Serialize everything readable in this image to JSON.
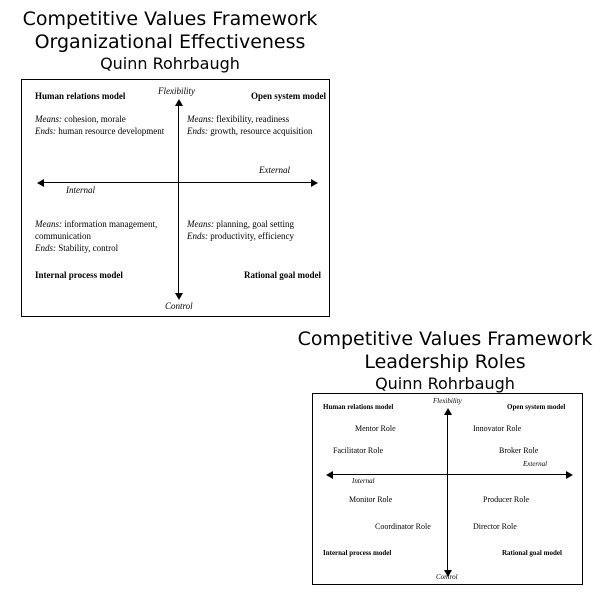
{
  "figures": [
    {
      "title": {
        "line1": "Competitive Values Framework",
        "line2": "Organizational Effectiveness",
        "author": "Quinn Rohrbaugh"
      },
      "axes": {
        "top": "Flexibility",
        "bottom": "Control",
        "left": "Internal",
        "right": "External"
      },
      "quadrants": {
        "top_left": {
          "model": "Human relations model",
          "means_label": "Means:",
          "means_value": " cohesion, morale",
          "ends_label": "Ends:",
          "ends_value": " human resource development"
        },
        "top_right": {
          "model": "Open system model",
          "means_label": "Means:",
          "means_value": " flexibility, readiness",
          "ends_label": "Ends:",
          "ends_value": " growth, resource acquisition"
        },
        "bottom_left": {
          "model": "Internal process model",
          "means_label": "Means:",
          "means_value": " information management,",
          "means_value_2": "communication",
          "ends_label": "Ends:",
          "ends_value": " Stability, control"
        },
        "bottom_right": {
          "model": "Rational goal model",
          "means_label": "Means:",
          "means_value": " planning, goal setting",
          "ends_label": "Ends:",
          "ends_value": " productivity, efficiency"
        }
      }
    },
    {
      "title": {
        "line1": "Competitive Values Framework",
        "line2": "Leadership Roles",
        "author": "Quinn Rohrbaugh"
      },
      "axes": {
        "top": "Flexibility",
        "bottom": "Control",
        "left": "Internal",
        "right": "External"
      },
      "quadrants": {
        "top_left": {
          "model": "Human relations model",
          "role1": "Mentor Role",
          "role2": "Facilitator Role"
        },
        "top_right": {
          "model": "Open system model",
          "role1": "Innovator Role",
          "role2": "Broker Role"
        },
        "bottom_left": {
          "model": "Internal process model",
          "role1": "Monitor Role",
          "role2": "Coordinator Role"
        },
        "bottom_right": {
          "model": "Rational goal model",
          "role1": "Producer Role",
          "role2": "Director Role"
        }
      }
    }
  ],
  "colors": {
    "ink": "#000000",
    "paper": "#ffffff"
  }
}
